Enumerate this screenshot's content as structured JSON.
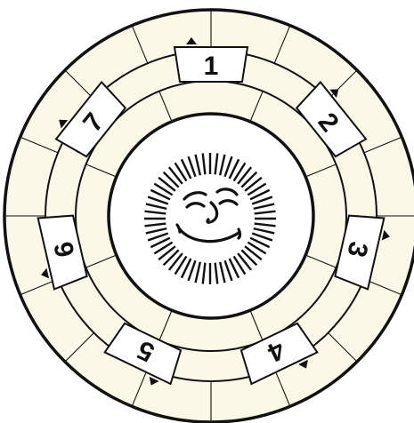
{
  "game": {
    "colors": {
      "ring_fill": "#fbf8e7",
      "line": "#111111",
      "center_fill": "#ffffff"
    },
    "outer_sectors": 16,
    "tiles": [
      {
        "label": "1"
      },
      {
        "label": "2"
      },
      {
        "label": "3"
      },
      {
        "label": "4"
      },
      {
        "label": "5"
      },
      {
        "label": "6"
      },
      {
        "label": "7"
      }
    ],
    "center": {
      "icon": "smiling-sun-icon",
      "ray_count": 56
    }
  }
}
